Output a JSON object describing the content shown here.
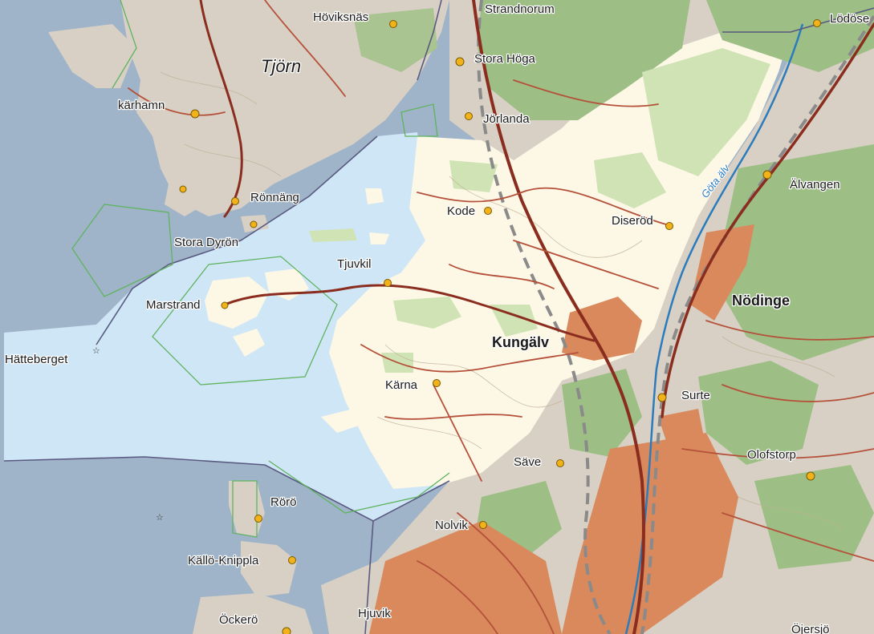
{
  "map": {
    "place_labels": {
      "hoviksnas": "Höviksnäs",
      "strandnorum": "Strandnorum",
      "stora_hoga": "Stora Höga",
      "lodose": "Lödöse",
      "tjorn": "Tjörn",
      "skarhamn": "kärhamn",
      "jorlanda": "Jörlanda",
      "alvangen": "Älvangen",
      "ronnang": "Rönnäng",
      "kode": "Kode",
      "diserod": "Diseröd",
      "stora_dyron": "Stora Dyrön",
      "tjuvkil": "Tjuvkil",
      "nodinge": "Nödinge",
      "marstrand": "Marstrand",
      "hatteberget": "Hätteberget",
      "kungalv": "Kungälv",
      "karna": "Kärna",
      "surte": "Surte",
      "save": "Säve",
      "olofstorp": "Olofstorp",
      "roro": "Rörö",
      "nolvik": "Nolvik",
      "kallo_knippla": "Källö-Knippla",
      "ockero": "Öckerö",
      "hjuvik": "Hjuvik",
      "ojersjo": "Öjersjö"
    },
    "water_labels": {
      "gota_alv": "Göta älv"
    },
    "colors": {
      "sea_open": "#9fb4c9",
      "sea_selected": "#cfe6f7",
      "land_outside": "#d8d0c4",
      "land_selected": "#fdf7e6",
      "forest": "#9dbf86",
      "forest_light": "#cfe3b4",
      "urban": "#d9895c",
      "road_regional": "#b5513a",
      "road_main": "#8a2d1f",
      "river": "#2b7bbd",
      "admin_boundary": "#5a5a80",
      "protected_boundary": "#5fb35f",
      "town_marker": "#f1b21a"
    },
    "icons": {
      "town_marker": "yellow-dot-icon",
      "peak_marker": "star-icon"
    }
  }
}
